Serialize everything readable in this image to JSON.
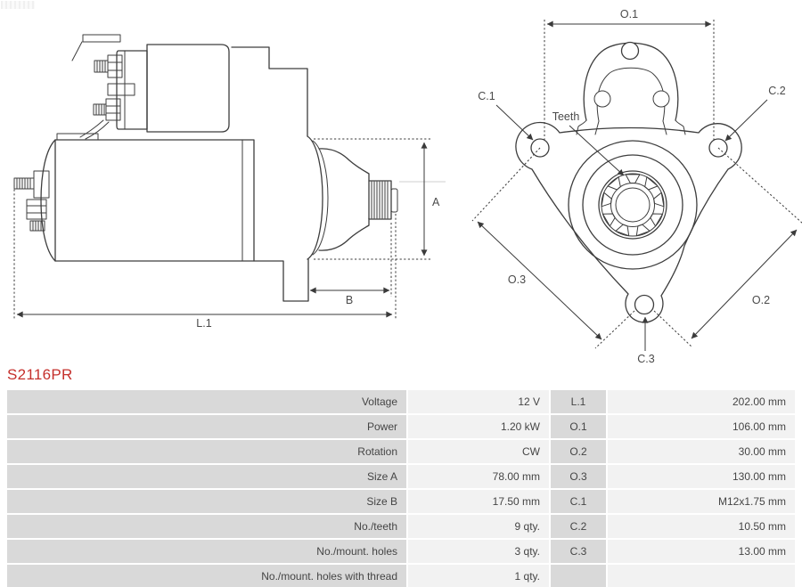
{
  "part_number": "S2116PR",
  "colors": {
    "accent_red": "#c5302c",
    "table_label_bg": "#d9d9d9",
    "table_value_bg": "#f2f2f2",
    "line": "#3d3d3d",
    "dim_text": "#4a4a4a"
  },
  "diagrams": {
    "side_view": {
      "dim_a": "A",
      "dim_b": "B",
      "dim_l1": "L.1"
    },
    "front_view": {
      "dim_o1": "O.1",
      "dim_o2": "O.2",
      "dim_o3": "O.3",
      "dim_c1": "C.1",
      "dim_c2": "C.2",
      "dim_c3": "C.3",
      "teeth_label": "Teeth"
    }
  },
  "spec_table": {
    "rows": [
      {
        "label": "Voltage",
        "value": "12 V",
        "dim": "L.1",
        "dim_value": "202.00 mm"
      },
      {
        "label": "Power",
        "value": "1.20 kW",
        "dim": "O.1",
        "dim_value": "106.00 mm"
      },
      {
        "label": "Rotation",
        "value": "CW",
        "dim": "O.2",
        "dim_value": "30.00 mm"
      },
      {
        "label": "Size A",
        "value": "78.00 mm",
        "dim": "O.3",
        "dim_value": "130.00 mm"
      },
      {
        "label": "Size B",
        "value": "17.50 mm",
        "dim": "C.1",
        "dim_value": "M12x1.75 mm"
      },
      {
        "label": "No./teeth",
        "value": "9 qty.",
        "dim": "C.2",
        "dim_value": "10.50 mm"
      },
      {
        "label": "No./mount. holes",
        "value": "3 qty.",
        "dim": "C.3",
        "dim_value": "13.00 mm"
      },
      {
        "label": "No./mount. holes with thread",
        "value": "1 qty.",
        "dim": "",
        "dim_value": ""
      }
    ]
  }
}
